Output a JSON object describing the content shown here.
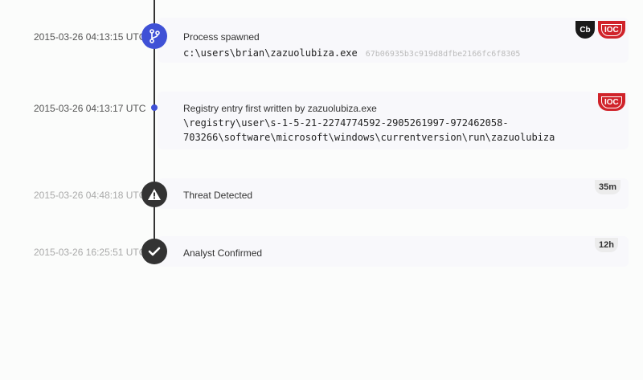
{
  "events": [
    {
      "timestamp": "2015-03-26 04:13:15 UTC",
      "title": "Process spawned",
      "path": "c:\\users\\brian\\zazuolubiza.exe",
      "hash": "67b06935b3c919d8dfbe2166fc6f8305",
      "badges": [
        "Cb",
        "IOC"
      ],
      "icon": "branch-icon",
      "color": "#3f51d6"
    },
    {
      "timestamp": "2015-03-26 04:13:17 UTC",
      "title": "Registry entry first written by zazuolubiza.exe",
      "path_line1": "\\registry\\user\\s-1-5-21-2274774592-2905261997-972462058-",
      "path_line2": "703266\\software\\microsoft\\windows\\currentversion\\run\\zazuolubiza",
      "badges": [
        "IOC"
      ],
      "icon": "dot-icon",
      "color": "#3f51d6"
    },
    {
      "timestamp": "2015-03-26 04:48:18 UTC",
      "title": "Threat Detected",
      "duration": "35m",
      "icon": "warning-icon",
      "color": "#333333"
    },
    {
      "timestamp": "2015-03-26 16:25:51 UTC",
      "title": "Analyst Confirmed",
      "duration": "12h",
      "icon": "check-icon",
      "color": "#333333"
    }
  ]
}
